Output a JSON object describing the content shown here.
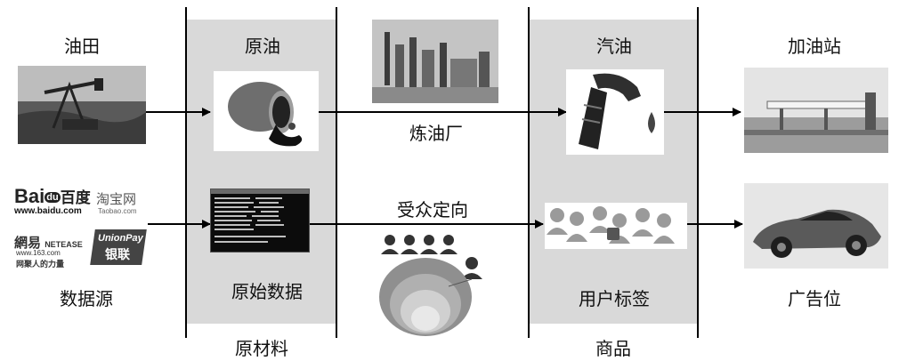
{
  "columns": {
    "raw_material": "原材料",
    "goods": "商品"
  },
  "row_oil": {
    "source": "油田",
    "raw": "原油",
    "process": "炼油厂",
    "product": "汽油",
    "outlet": "加油站"
  },
  "row_data": {
    "source": "数据源",
    "raw": "原始数据",
    "process": "受众定向",
    "product": "用户标签",
    "outlet": "广告位"
  },
  "logos": {
    "baidu_en": "Bai",
    "baidu_du": "du",
    "baidu_cn": "百度",
    "baidu_url": "www.baidu.com",
    "taobao_cn": "淘宝网",
    "taobao_url": "Taobao.com",
    "netease_cn": "網易",
    "netease_en": "NETEASE",
    "netease_url": "www.163.com",
    "netease_slogan": "网聚人的力量",
    "unionpay_en": "UnionPay",
    "unionpay_cn": "银联"
  },
  "colors": {
    "band": "#d9d9d9",
    "line": "#000000",
    "photo_dark": "#3a3a3a",
    "photo_light": "#c8c8c8"
  }
}
